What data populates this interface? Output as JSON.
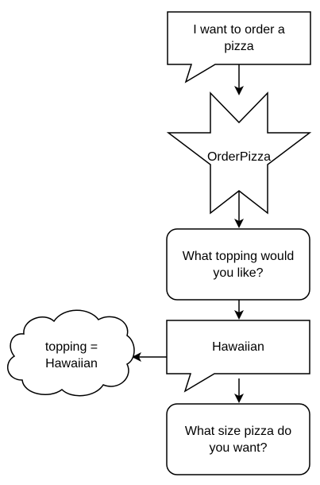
{
  "nodes": {
    "user_request": {
      "text": "I want to order a\npizza",
      "shape": "speech-callout"
    },
    "order_intent": {
      "text": "OrderPizza",
      "shape": "star-burst"
    },
    "topping_prompt": {
      "text": "What topping would\nyou like?",
      "shape": "rounded-rectangle"
    },
    "topping_answer": {
      "text": "Hawaiian",
      "shape": "speech-callout"
    },
    "slot_value": {
      "text": "topping =\nHawaiian",
      "shape": "cloud"
    },
    "size_prompt": {
      "text": "What size pizza do\nyou want?",
      "shape": "rounded-rectangle"
    }
  },
  "colors": {
    "stroke": "#000000",
    "fill": "#ffffff",
    "text": "#000000"
  }
}
